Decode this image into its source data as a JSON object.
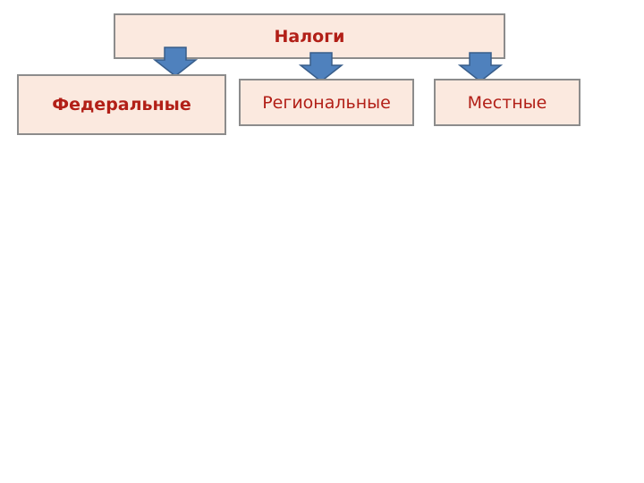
{
  "diagram": {
    "root": {
      "label": "Налоги"
    },
    "children": [
      {
        "label": "Федеральные"
      },
      {
        "label": "Региональные"
      },
      {
        "label": "Местные"
      }
    ]
  },
  "colors": {
    "box_fill": "#fbe9df",
    "box_border": "#8c8c8c",
    "text": "#b21f17",
    "arrow_fill": "#4f81bd",
    "arrow_stroke": "#385d8a"
  }
}
